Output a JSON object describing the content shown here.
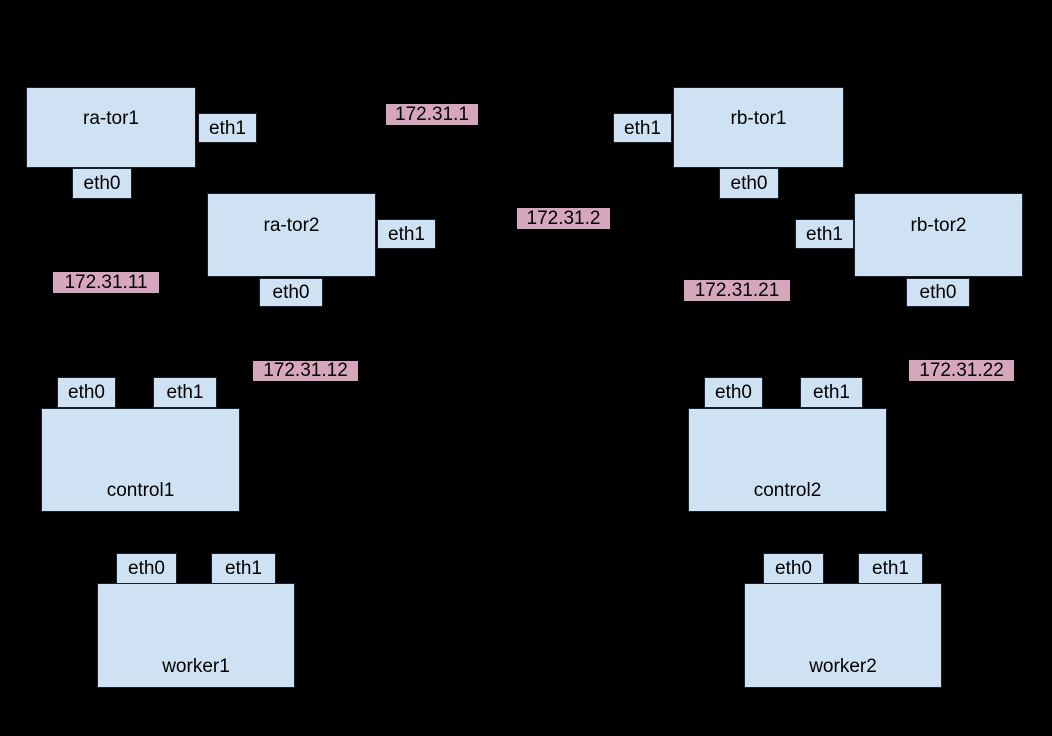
{
  "diagram": {
    "colors": {
      "background": "#000000",
      "node_fill": "#cfe2f3",
      "node_border": "#17202b",
      "badge_fill": "#d5a6bd",
      "text": "#000000"
    },
    "nodes": [
      {
        "name": "ra-tor1",
        "interfaces": [
          {
            "label": "eth0"
          },
          {
            "label": "eth1"
          }
        ]
      },
      {
        "name": "ra-tor2",
        "interfaces": [
          {
            "label": "eth0"
          },
          {
            "label": "eth1"
          }
        ]
      },
      {
        "name": "rb-tor1",
        "interfaces": [
          {
            "label": "eth0"
          },
          {
            "label": "eth1"
          }
        ]
      },
      {
        "name": "rb-tor2",
        "interfaces": [
          {
            "label": "eth0"
          },
          {
            "label": "eth1"
          }
        ]
      },
      {
        "name": "control1",
        "interfaces": [
          {
            "label": "eth0"
          },
          {
            "label": "eth1"
          }
        ]
      },
      {
        "name": "control2",
        "interfaces": [
          {
            "label": "eth0"
          },
          {
            "label": "eth1"
          }
        ]
      },
      {
        "name": "worker1",
        "interfaces": [
          {
            "label": "eth0"
          },
          {
            "label": "eth1"
          }
        ]
      },
      {
        "name": "worker2",
        "interfaces": [
          {
            "label": "eth0"
          },
          {
            "label": "eth1"
          }
        ]
      }
    ],
    "ip_badges": [
      {
        "value": "172.31.1"
      },
      {
        "value": "172.31.2"
      },
      {
        "value": "172.31.11"
      },
      {
        "value": "172.31.12"
      },
      {
        "value": "172.31.21"
      },
      {
        "value": "172.31.22"
      }
    ]
  }
}
